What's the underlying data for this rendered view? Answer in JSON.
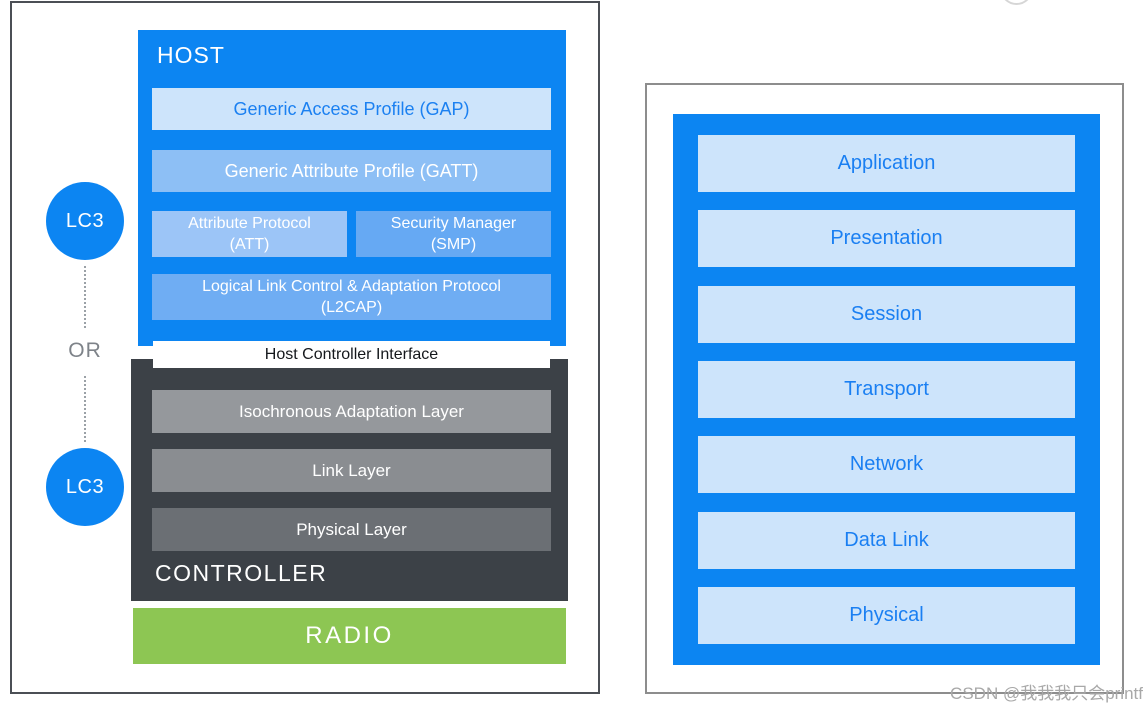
{
  "colors": {
    "primary_blue": "#0c85f2",
    "light_blue_row": "#cde4fb",
    "gatt_blue": "#8dbff5",
    "att_blue": "#9cc5f7",
    "smp_blue": "#66a9f3",
    "l2cap_blue": "#6fadf3",
    "blue_text": "#1a7ff2",
    "controller_bg": "#3c4147",
    "iso_row_gray": "#95989c",
    "link_row_gray": "#8a8d91",
    "physical_row_gray": "#6b6f74",
    "radio_green": "#8dc653",
    "or_text_gray": "#7e8389"
  },
  "left_panel": {
    "lc3_top": "LC3",
    "or_label": "OR",
    "lc3_bottom": "LC3",
    "host": {
      "title": "HOST",
      "gap": "Generic Access Profile (GAP)",
      "gatt": "Generic Attribute Profile (GATT)",
      "att_line1": "Attribute Protocol",
      "att_line2": "(ATT)",
      "smp_line1": "Security Manager",
      "smp_line2": "(SMP)",
      "l2cap_line1": "Logical Link Control & Adaptation Protocol",
      "l2cap_line2": "(L2CAP)"
    },
    "hci": "Host Controller Interface",
    "controller": {
      "title": "CONTROLLER",
      "iso": "Isochronous Adaptation Layer",
      "link": "Link Layer",
      "physical": "Physical Layer"
    },
    "radio": "RADIO"
  },
  "right_panel": {
    "layers": [
      "Application",
      "Presentation",
      "Session",
      "Transport",
      "Network",
      "Data Link",
      "Physical"
    ]
  },
  "watermark": "CSDN @我我我只会printf"
}
